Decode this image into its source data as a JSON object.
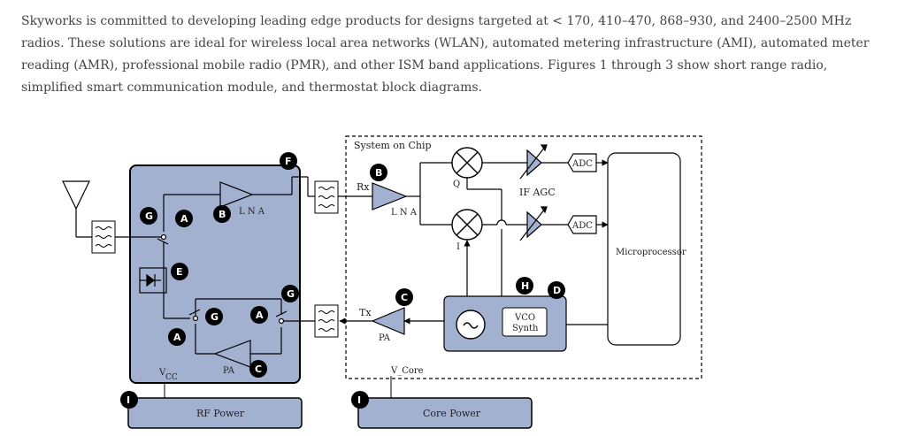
{
  "intro_text": "Skyworks is committed to developing leading edge products for designs targeted at < 170, 410–470, 868–930, and 2400–2500 MHz radios. These solutions are ideal for wireless local area networks (WLAN), automated metering infrastructure (AMI), automated meter reading (AMR), professional mobile radio (PMR), and other ISM band applications. Figures 1 through 3 show short range radio, simplified smart communication module, and thermostat block diagrams.",
  "diagram": {
    "system_on_chip": "System on Chip",
    "rx": "Rx",
    "tx": "Tx",
    "lna": "L N A",
    "pa": "PA",
    "q": "Q",
    "i": "I",
    "if_agc": "IF AGC",
    "adc": "ADC",
    "microprocessor": "Microprocessor",
    "vco_line1": "VCO",
    "vco_line2": "Synth",
    "vcc_main": "V",
    "vcc_sub": "CC",
    "v_core": "V_Core",
    "rf_power": "RF Power",
    "core_power": "Core Power",
    "badges": {
      "a": "A",
      "b": "B",
      "c": "C",
      "d": "D",
      "e": "E",
      "f": "F",
      "g": "G",
      "h": "H",
      "i": "I"
    }
  },
  "colors": {
    "block_fill": "#a3b1d1",
    "line": "#000000",
    "text": "#444444"
  }
}
